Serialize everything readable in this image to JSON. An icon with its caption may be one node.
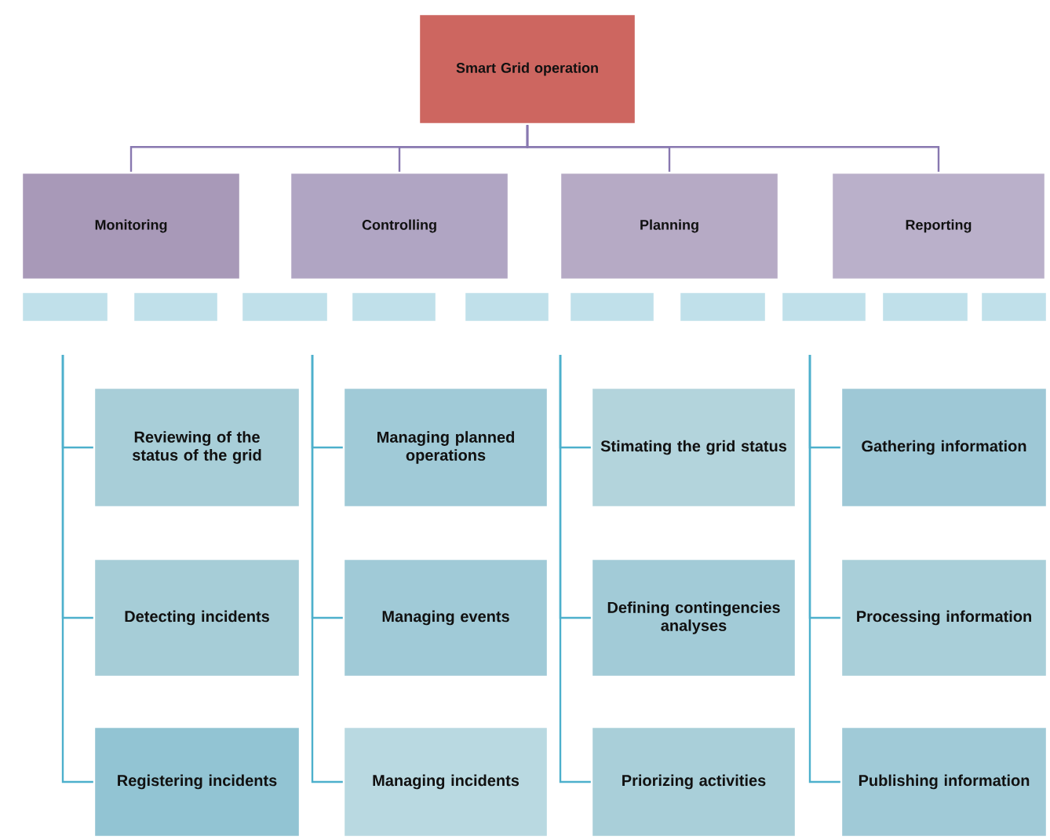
{
  "diagram": {
    "nodes": [
      {
        "text": [
          "Smart Grid operation"
        ]
      },
      {
        "text": [
          "Monitoring"
        ]
      },
      {
        "text": [
          "Controlling"
        ]
      },
      {
        "text": [
          "Planning"
        ]
      },
      {
        "text": [
          "Reporting"
        ]
      },
      {
        "text": [],
        "shape": "box"
      },
      {
        "text": [],
        "shape": "box"
      },
      {
        "text": [],
        "shape": "box"
      },
      {
        "text": [],
        "shape": "box"
      },
      {
        "text": [],
        "shape": "box"
      },
      {
        "text": [],
        "shape": "box"
      },
      {
        "text": [],
        "shape": "box"
      },
      {
        "text": [],
        "shape": "box"
      },
      {
        "text": [],
        "shape": "box"
      },
      {
        "text": [],
        "shape": "box"
      },
      {
        "text": [
          "Reviewing of the status of the grid"
        ]
      },
      {
        "text": [
          "Detecting incidents"
        ]
      },
      {
        "text": [
          "Registering incidents"
        ]
      },
      {
        "text": [
          "Managing planned operations"
        ]
      },
      {
        "text": [
          "Managing events"
        ]
      },
      {
        "text": [
          "Managing incidents"
        ]
      },
      {
        "text": [
          "Stimating the grid status"
        ]
      },
      {
        "text": [
          "Defining contingencies analyses"
        ]
      },
      {
        "text": [
          "Priorizing activities"
        ]
      },
      {
        "text": [
          "Gathering information"
        ]
      },
      {
        "text": [
          "Processing information"
        ]
      },
      {
        "text": [
          "Publishing information"
        ]
      }
    ],
    "edges": [
      {
        "from": 0,
        "to": 1,
        "arrow": "none"
      },
      {
        "from": 0,
        "to": 2,
        "arrow": "none"
      },
      {
        "from": 0,
        "to": 3,
        "arrow": "none"
      },
      {
        "from": 0,
        "to": 4,
        "arrow": "none"
      },
      {
        "from": null,
        "to": 15,
        "arrow": "none"
      },
      {
        "from": null,
        "to": 16,
        "arrow": "none"
      },
      {
        "from": null,
        "to": 17,
        "arrow": "none"
      },
      {
        "from": null,
        "to": 18,
        "arrow": "none"
      },
      {
        "from": null,
        "to": 19,
        "arrow": "none"
      },
      {
        "from": null,
        "to": 20,
        "arrow": "none"
      },
      {
        "from": null,
        "to": 21,
        "arrow": "none"
      },
      {
        "from": null,
        "to": 22,
        "arrow": "none"
      },
      {
        "from": null,
        "to": 23,
        "arrow": "none"
      },
      {
        "from": null,
        "to": 24,
        "arrow": "none"
      },
      {
        "from": null,
        "to": 25,
        "arrow": "none"
      },
      {
        "from": null,
        "to": 26,
        "arrow": "none"
      }
    ]
  }
}
